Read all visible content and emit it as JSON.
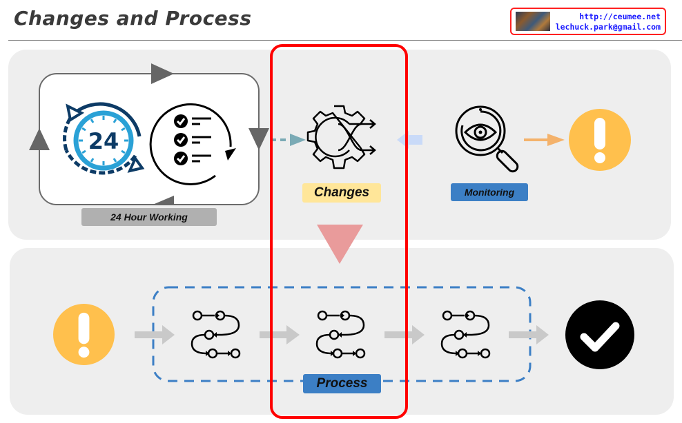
{
  "header": {
    "title": "Changes and Process",
    "contact": {
      "url": "http://ceumee.net",
      "email": "lechuck.park@gmail.com"
    }
  },
  "top_panel": {
    "cycle_label": "24 Hour Working",
    "clock_number": "24",
    "changes_label": "Changes",
    "monitoring_label": "Monitoring"
  },
  "bottom_panel": {
    "process_label": "Process",
    "steps_count": 3
  },
  "colors": {
    "highlight_frame": "#ff0000",
    "alert": "#ffc04d",
    "process_tag": "#3c7fc5",
    "changes_tag": "#ffe699",
    "cycle_tag": "#b0b0b0",
    "clock_dark": "#0d3b66",
    "clock_light": "#2aa1d6",
    "down_arrow": "#e99b9b",
    "monitor_arrow": "#f4b26b",
    "flow_arrow": "#c9c9c9",
    "dashed_frame": "#3c7fc5"
  }
}
